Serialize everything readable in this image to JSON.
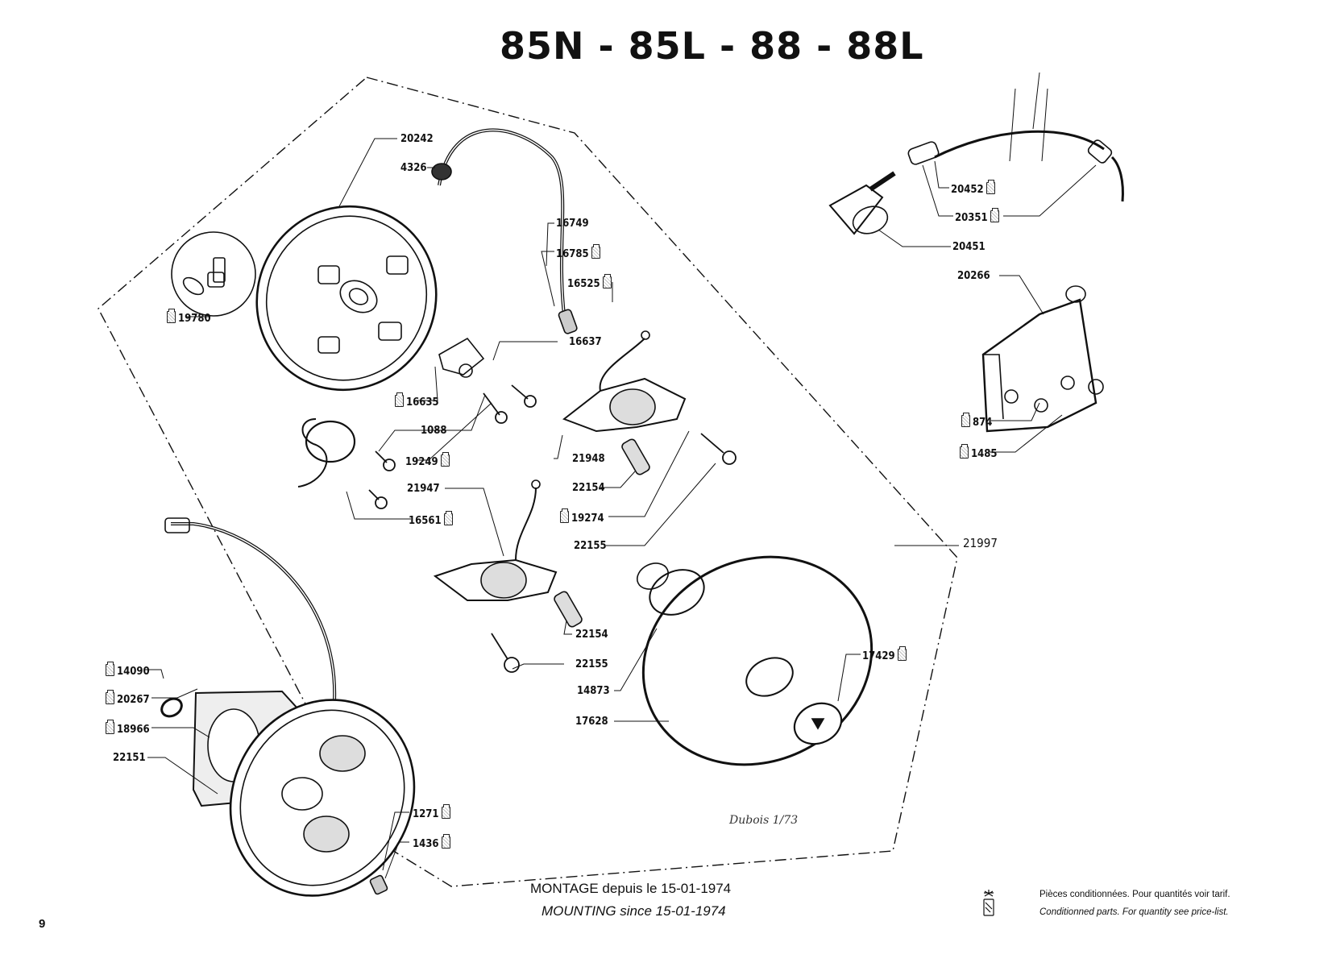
{
  "diagram": {
    "title": "85N - 85L - 88 - 88L",
    "page_number": "9",
    "signature": "Dubois 1/73",
    "assembly_label": "21997",
    "footer": {
      "line_fr": "MONTAGE depuis le 15-01-1974",
      "line_en": "MOUNTING since 15-01-1974"
    },
    "legend": {
      "icon": "conditioned-parts-icon",
      "line_fr": "Pièces conditionnées. Pour quantités voir tarif.",
      "line_en": "Conditionned parts. For quantity see price-list."
    },
    "parts": [
      {
        "ref": "20242",
        "conditioned": false
      },
      {
        "ref": "4326",
        "conditioned": false
      },
      {
        "ref": "19780",
        "conditioned": true
      },
      {
        "ref": "16749",
        "conditioned": false
      },
      {
        "ref": "16785",
        "conditioned": true
      },
      {
        "ref": "16525",
        "conditioned": true
      },
      {
        "ref": "16637",
        "conditioned": false
      },
      {
        "ref": "16635",
        "conditioned": true
      },
      {
        "ref": "1088",
        "conditioned": false
      },
      {
        "ref": "19249",
        "conditioned": true
      },
      {
        "ref": "16561",
        "conditioned": true
      },
      {
        "ref": "21948",
        "conditioned": false
      },
      {
        "ref": "22154",
        "conditioned": false
      },
      {
        "ref": "19274",
        "conditioned": true
      },
      {
        "ref": "22155",
        "conditioned": false
      },
      {
        "ref": "21947",
        "conditioned": false
      },
      {
        "ref": "22154",
        "conditioned": false
      },
      {
        "ref": "22155",
        "conditioned": false
      },
      {
        "ref": "14873",
        "conditioned": false
      },
      {
        "ref": "17628",
        "conditioned": false
      },
      {
        "ref": "17429",
        "conditioned": true
      },
      {
        "ref": "20452",
        "conditioned": true
      },
      {
        "ref": "20351",
        "conditioned": true
      },
      {
        "ref": "20451",
        "conditioned": false
      },
      {
        "ref": "20266",
        "conditioned": false
      },
      {
        "ref": "874",
        "conditioned": true
      },
      {
        "ref": "1485",
        "conditioned": true
      },
      {
        "ref": "14090",
        "conditioned": true
      },
      {
        "ref": "20267",
        "conditioned": true
      },
      {
        "ref": "18966",
        "conditioned": true
      },
      {
        "ref": "22151",
        "conditioned": false
      },
      {
        "ref": "1271",
        "conditioned": true
      },
      {
        "ref": "1436",
        "conditioned": true
      }
    ]
  }
}
